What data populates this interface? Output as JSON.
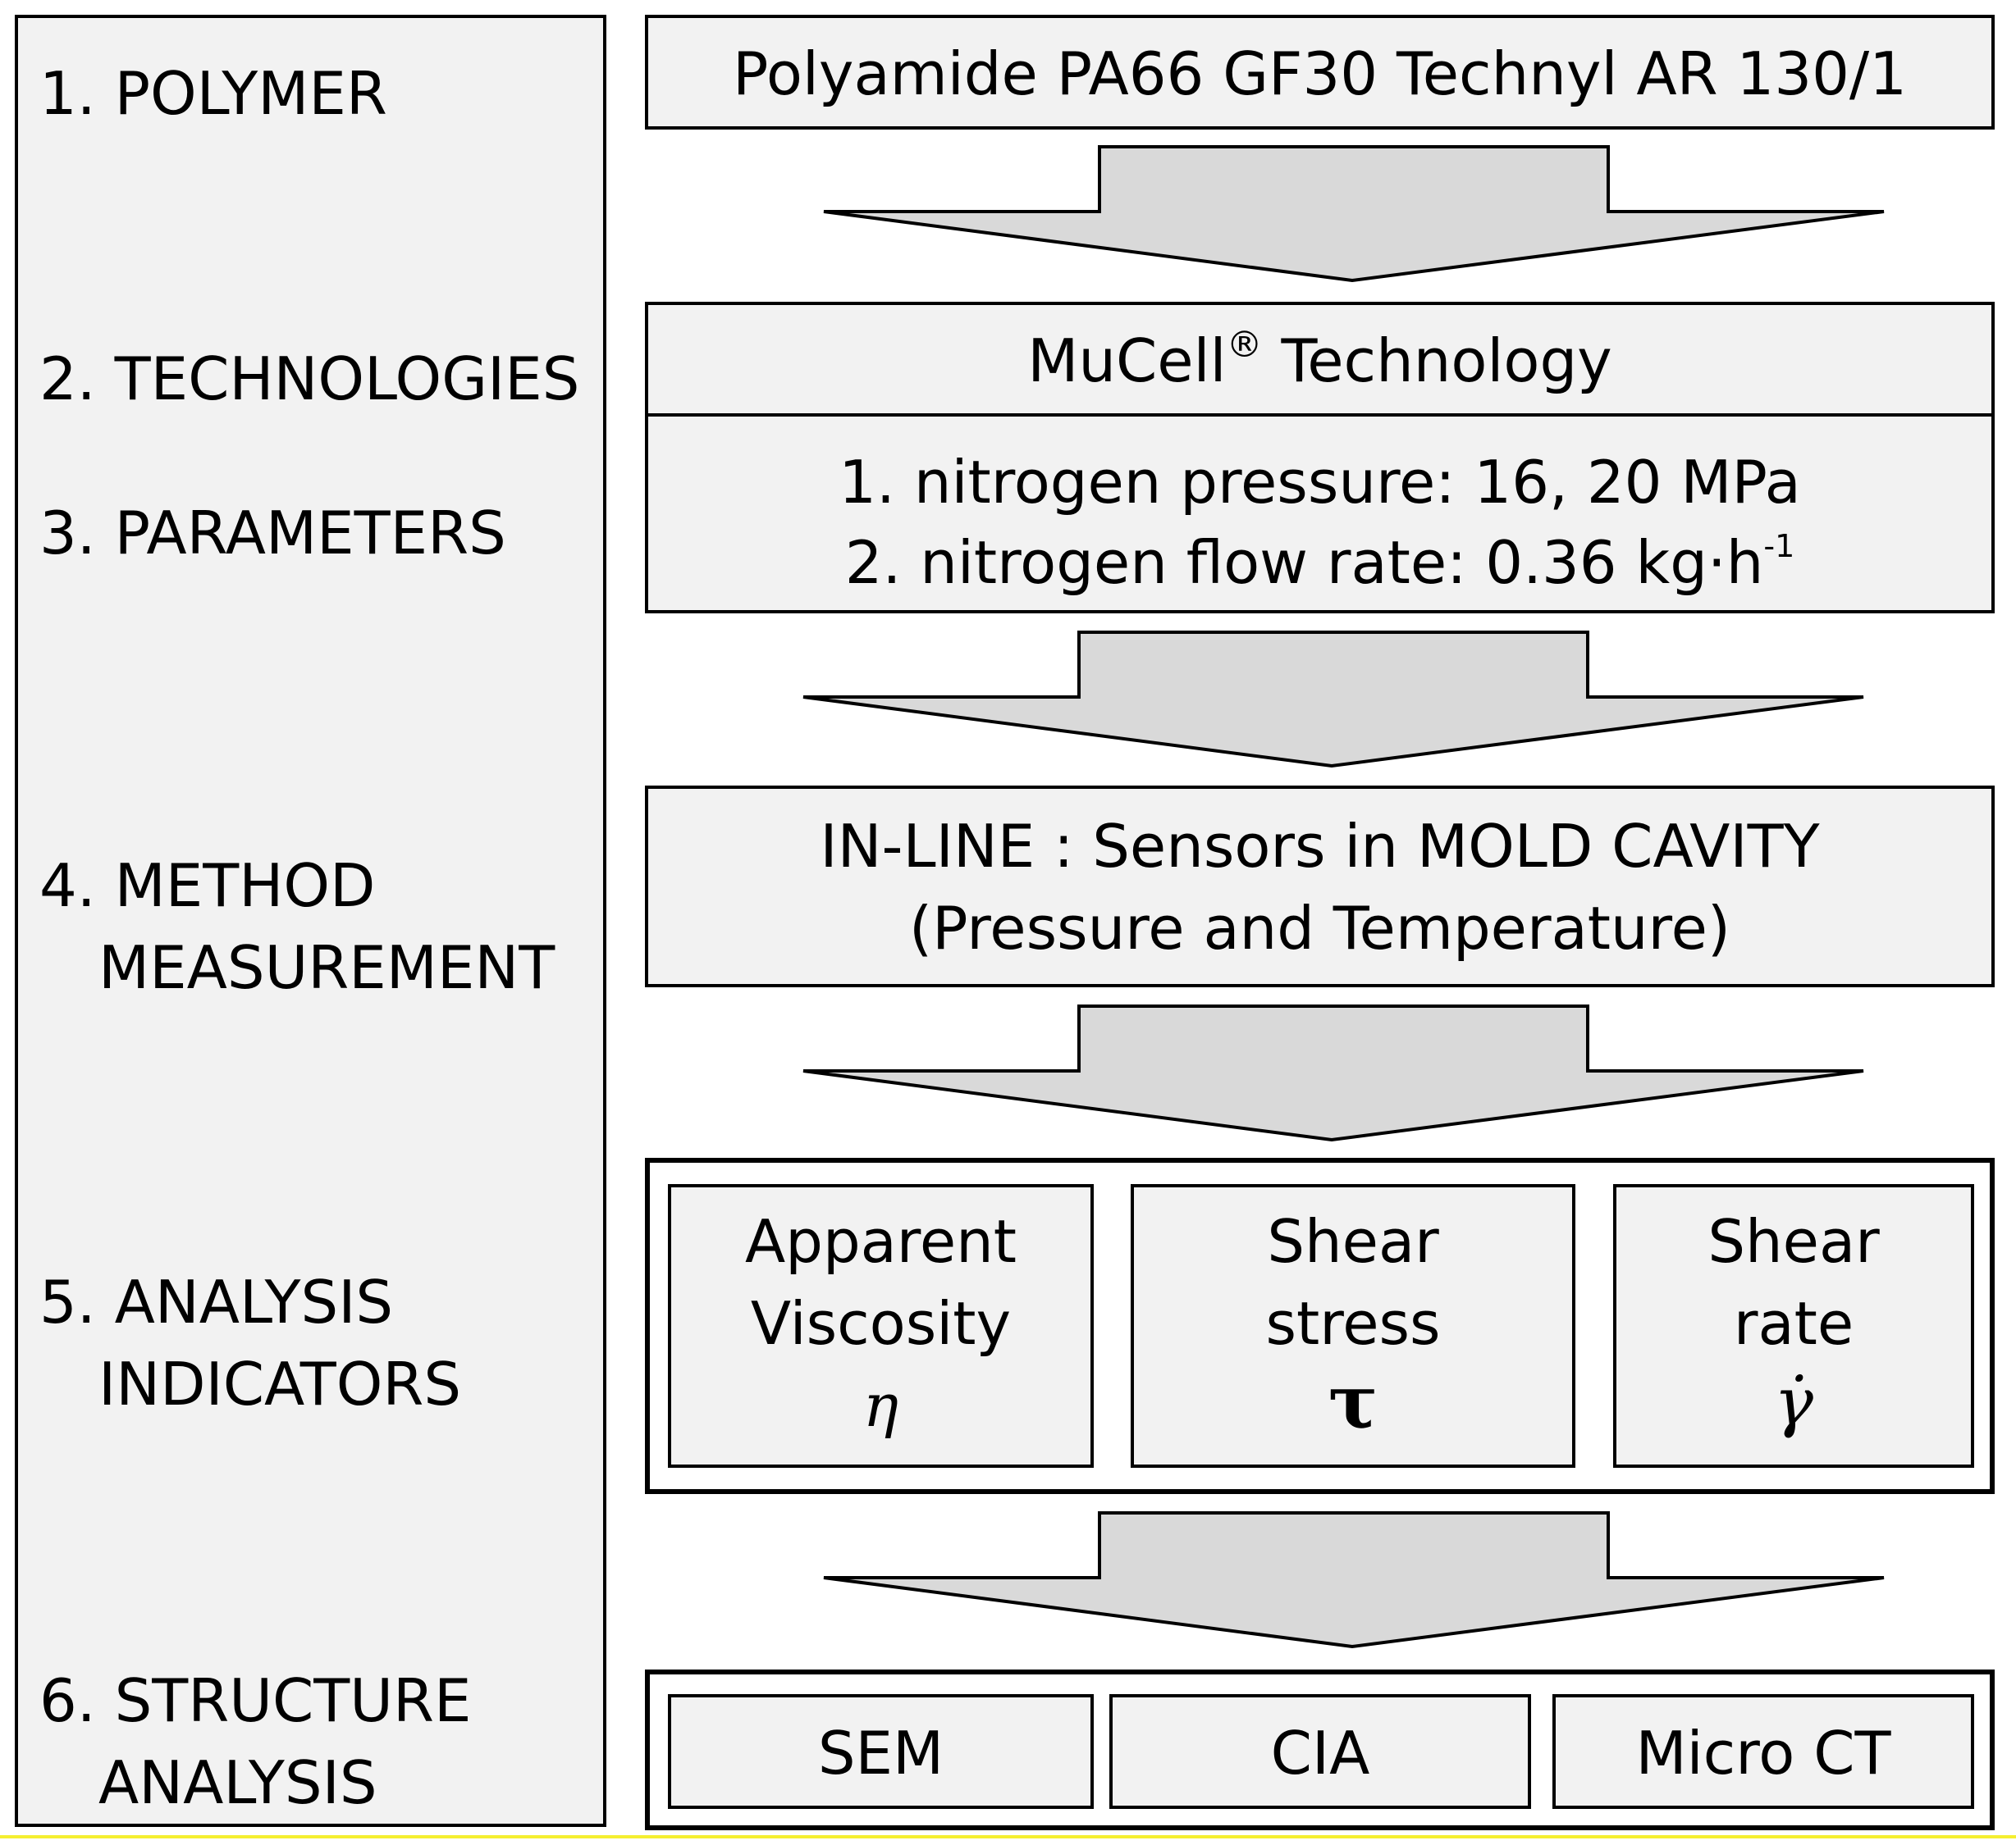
{
  "steps": [
    {
      "number": "1.",
      "line1": "POLYMER",
      "line2": ""
    },
    {
      "number": "2.",
      "line1": "TECHNOLOGIES",
      "line2": ""
    },
    {
      "number": "3.",
      "line1": "PARAMETERS",
      "line2": ""
    },
    {
      "number": "4.",
      "line1": "METHOD",
      "line2": "MEASUREMENT"
    },
    {
      "number": "5.",
      "line1": "ANALYSIS",
      "line2": "INDICATORS"
    },
    {
      "number": "6.",
      "line1": "STRUCTURE",
      "line2": "ANALYSIS"
    }
  ],
  "polymer": "Polyamide PA66 GF30 Technyl AR 130/1",
  "technology": {
    "name": "MuCell",
    "registered_mark": "®",
    "suffix": "Technology"
  },
  "parameters": {
    "line1": "1. nitrogen pressure: 16, 20 MPa",
    "line2_prefix": "2. nitrogen flow rate: 0.36 kg·h",
    "line2_superscript": "-1"
  },
  "method": {
    "line1": "IN-LINE : Sensors in MOLD CAVITY",
    "line2": "(Pressure and Temperature)"
  },
  "indicators": [
    {
      "line1": "Apparent",
      "line2": "Viscosity",
      "symbol": "η"
    },
    {
      "line1": "Shear",
      "line2": "stress",
      "symbol": "τ"
    },
    {
      "line1": "Shear",
      "line2": "rate",
      "symbol": "γ̇"
    }
  ],
  "structure_methods": [
    "SEM",
    "CIA",
    "Micro CT"
  ],
  "colors": {
    "box_fill": "#f2f2f2",
    "arrow_fill": "#d9d9d9",
    "border": "#000000",
    "bottom_line": "#f5ef30"
  }
}
